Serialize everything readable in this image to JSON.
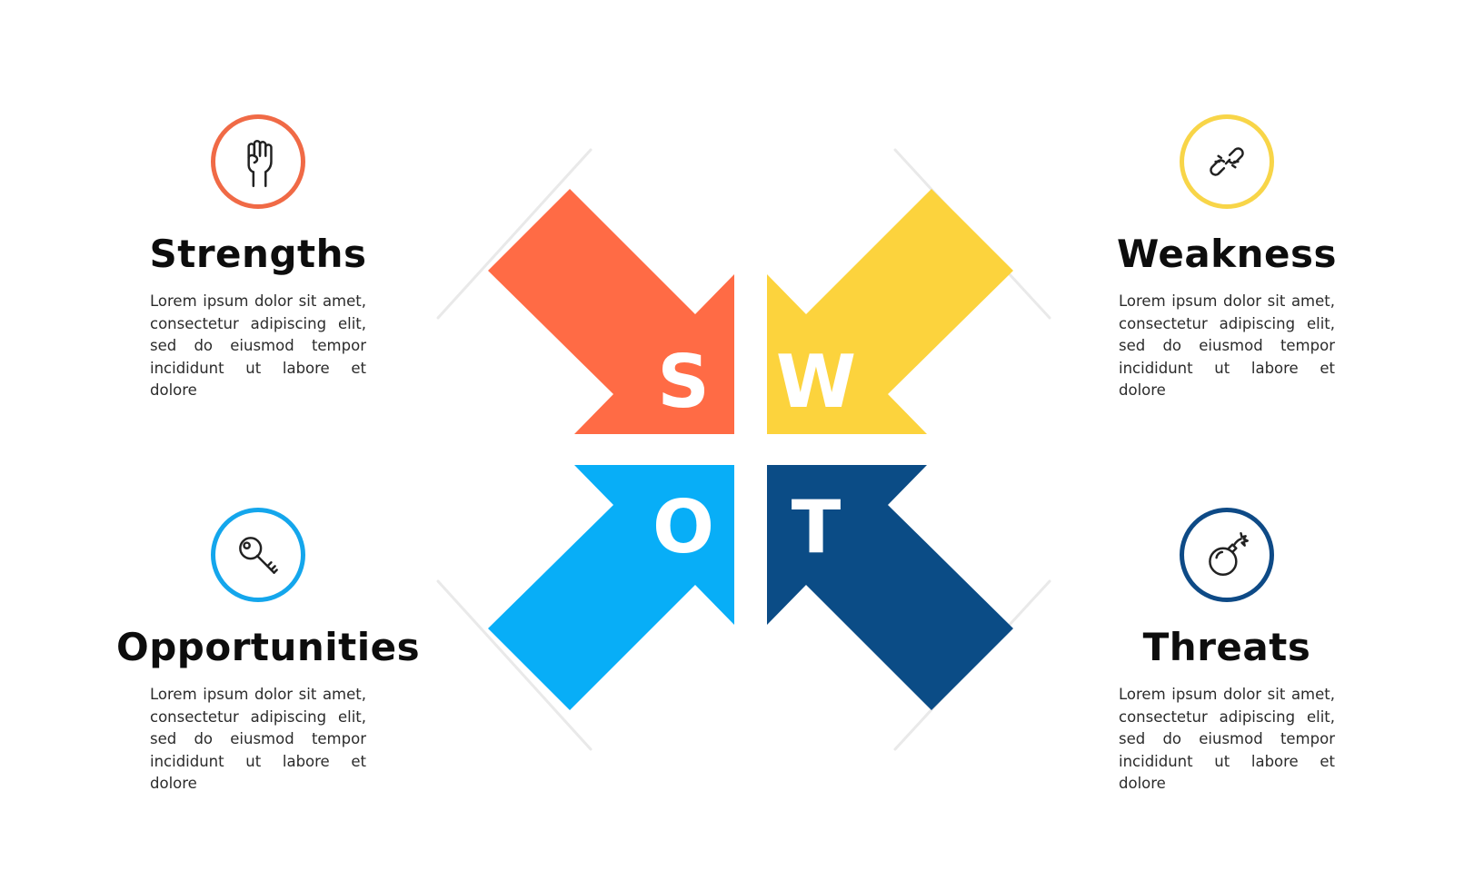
{
  "swot": {
    "strengths": {
      "letter": "S",
      "title": "Strengths",
      "icon": "raised-fist-icon",
      "color": "#FF6B45",
      "lines": [
        "Lorem ipsum dolor sit amet,",
        "consectetur adipiscing elit,",
        "sed do eiusmod tempor",
        "incididunt ut labore et dolore"
      ]
    },
    "weakness": {
      "letter": "W",
      "title": "Weakness",
      "icon": "broken-chain-icon",
      "color": "#FCD33D",
      "lines": [
        "Lorem ipsum dolor sit amet,",
        "consectetur adipiscing elit,",
        "sed do eiusmod tempor",
        "incididunt ut labore et dolore"
      ]
    },
    "opportunities": {
      "letter": "O",
      "title": "Opportunities",
      "icon": "key-icon",
      "color": "#08AEF7",
      "lines": [
        "Lorem ipsum dolor sit amet,",
        "consectetur adipiscing elit,",
        "sed do eiusmod tempor",
        "incididunt ut labore et dolore"
      ]
    },
    "threats": {
      "letter": "T",
      "title": "Threats",
      "icon": "bomb-icon",
      "color": "#0B4C86",
      "lines": [
        "Lorem ipsum dolor sit amet,",
        "consectetur adipiscing elit,",
        "sed do eiusmod tempor",
        "incididunt ut labore et dolore"
      ]
    }
  }
}
